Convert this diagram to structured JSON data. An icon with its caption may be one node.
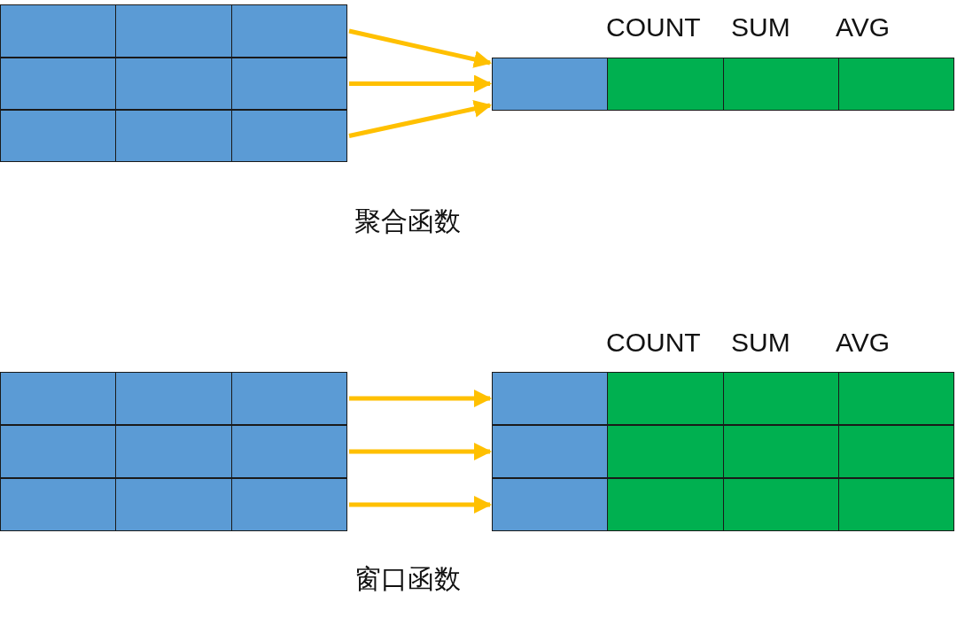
{
  "diagram": {
    "nodes": [
      {
        "text": [],
        "shape": "box"
      },
      {
        "text": [],
        "shape": "box"
      },
      {
        "text": [],
        "shape": "box"
      },
      {
        "text": [],
        "shape": "box"
      },
      {
        "text": [],
        "shape": "box"
      },
      {
        "text": [],
        "shape": "box"
      },
      {
        "text": [],
        "shape": "box"
      },
      {
        "text": [],
        "shape": "box"
      },
      {
        "text": [],
        "shape": "box"
      },
      {
        "text": [],
        "shape": "box"
      }
    ],
    "edges": [
      {
        "from": 0,
        "to": 3,
        "arrow": "to"
      },
      {
        "from": 1,
        "to": 3,
        "arrow": "to"
      },
      {
        "from": 2,
        "to": 3,
        "arrow": "to"
      },
      {
        "from": 4,
        "to": 7,
        "arrow": "to"
      },
      {
        "from": 5,
        "to": 8,
        "arrow": "to"
      },
      {
        "from": 6,
        "to": 9,
        "arrow": "to"
      }
    ],
    "labels": [
      "COUNT",
      "SUM",
      "AVG",
      "聚合函数",
      "COUNT",
      "SUM",
      "AVG",
      "窗口函数"
    ]
  }
}
